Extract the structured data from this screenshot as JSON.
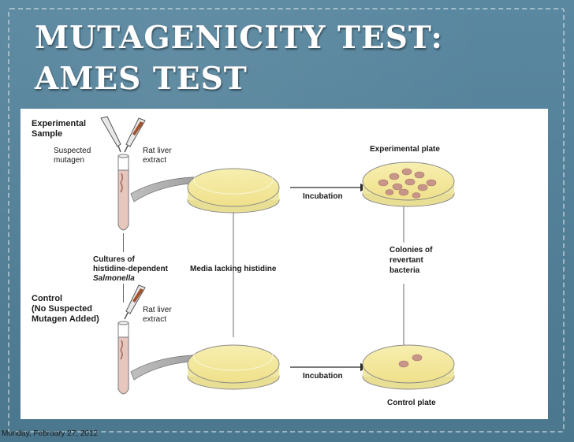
{
  "slide": {
    "title": "MUTAGENICITY TEST: AMES TEST",
    "footer_date": "Monday, February 27, 2012"
  },
  "diagram": {
    "experimental_heading_1": "Experimental",
    "experimental_heading_2": "Sample",
    "suspected_mutagen_1": "Suspected",
    "suspected_mutagen_2": "mutagen",
    "rat_liver_1": "Rat liver",
    "rat_liver_2": "extract",
    "cultures_1": "Cultures of",
    "cultures_2": "histidine-dependent",
    "cultures_3": "Salmonella",
    "media_label": "Media lacking histidine",
    "incubation_top": "Incubation",
    "incubation_bottom": "Incubation",
    "experimental_plate": "Experimental plate",
    "control_plate": "Control plate",
    "colonies_1": "Colonies of",
    "colonies_2": "revertant",
    "colonies_3": "bacteria",
    "control_heading_1": "Control",
    "control_heading_2": "(No Suspected",
    "control_heading_3": "Mutagen Added)",
    "control_rat_liver_1": "Rat liver",
    "control_rat_liver_2": "extract"
  },
  "colors": {
    "background": "#4f7c93",
    "agar": "#f3e79a",
    "tube_liquid": "#e7c7bd",
    "colony": "#c8958a"
  }
}
